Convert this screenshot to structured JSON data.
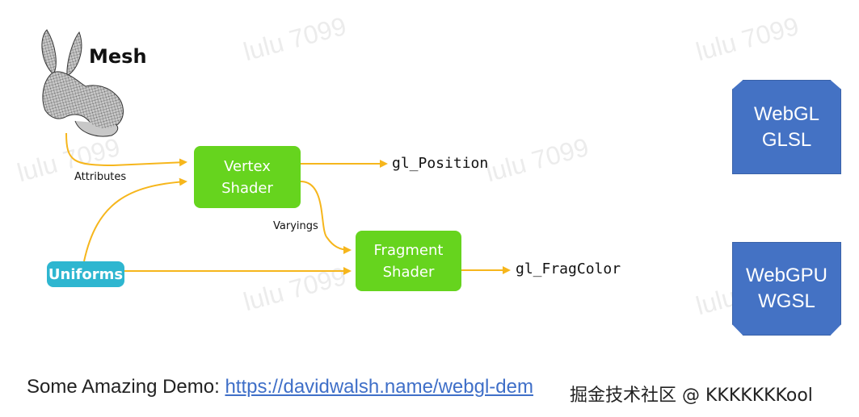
{
  "watermark_text": "lulu 7099",
  "mesh_label": "Mesh",
  "nodes": {
    "vertex": [
      "Vertex",
      "Shader"
    ],
    "fragment": [
      "Fragment",
      "Shader"
    ],
    "uniforms": "Uniforms"
  },
  "outputs": {
    "vertex_out": "gl_Position",
    "fragment_out": "gl_FragColor"
  },
  "edge_labels": {
    "attributes": "Attributes",
    "varyings": "Varyings"
  },
  "targets": {
    "webgl": [
      "WebGL",
      "GLSL"
    ],
    "webgpu": [
      "WebGPU",
      "WGSL"
    ]
  },
  "footer": {
    "demo_prefix": "Some Amazing Demo: ",
    "demo_link": "https://davidwalsh.name/webgl-dem",
    "credit": "掘金技术社区 @ KKKKKKKool"
  },
  "colors": {
    "shader_green": "#66d41e",
    "uniforms_cyan": "#2eb6d0",
    "arrow_orange": "#f6b61c",
    "box_blue": "#4472c4"
  }
}
